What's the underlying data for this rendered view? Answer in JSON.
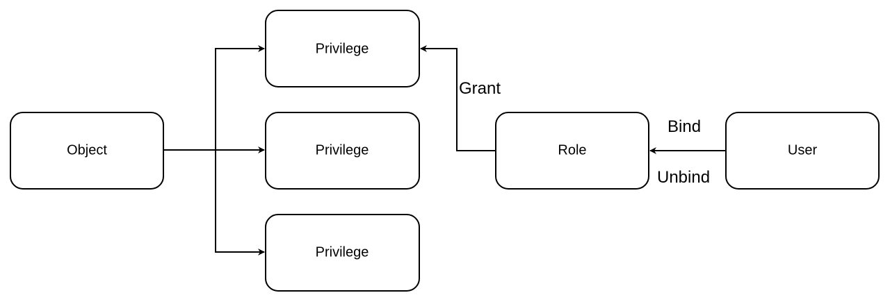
{
  "nodes": {
    "object": "Object",
    "privilege_top": "Privilege",
    "privilege_middle": "Privilege",
    "privilege_bottom": "Privilege",
    "role": "Role",
    "user": "User"
  },
  "edge_labels": {
    "grant": "Grant",
    "bind": "Bind",
    "unbind": "Unbind"
  }
}
